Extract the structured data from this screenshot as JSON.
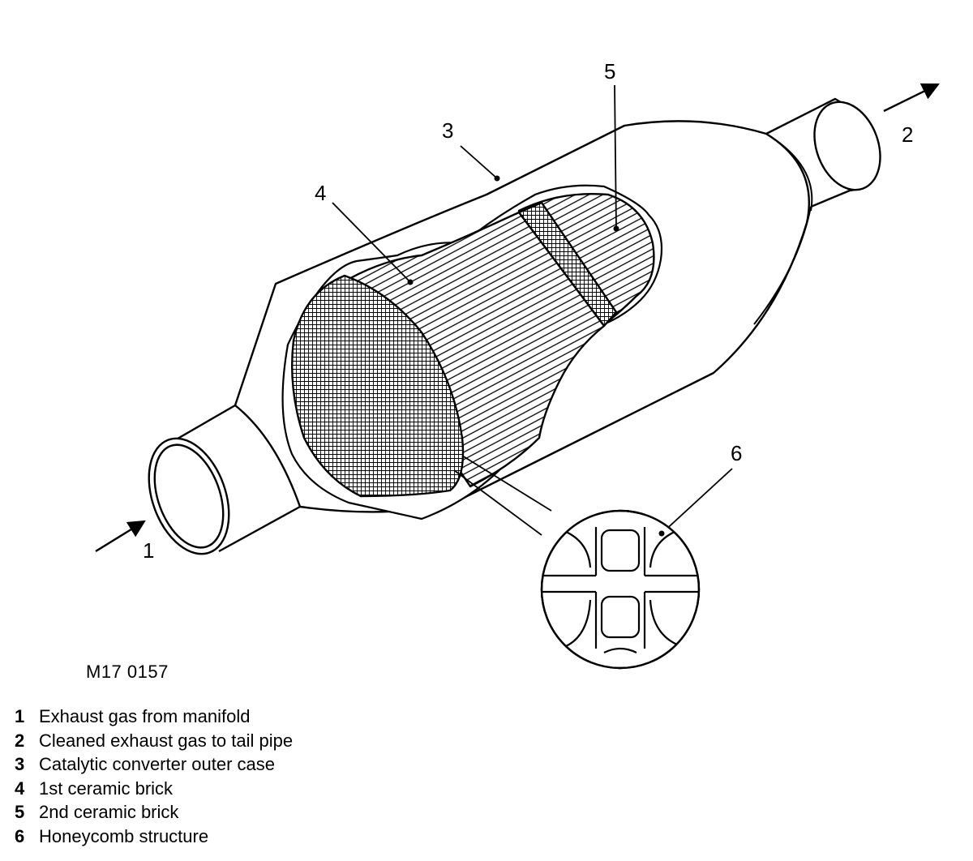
{
  "figure_ref": "M17 0157",
  "callouts": [
    "1",
    "2",
    "3",
    "4",
    "5",
    "6"
  ],
  "legend": [
    {
      "num": "1",
      "text": "Exhaust gas from manifold"
    },
    {
      "num": "2",
      "text": "Cleaned exhaust gas to tail pipe"
    },
    {
      "num": "3",
      "text": "Catalytic converter outer case"
    },
    {
      "num": "4",
      "text": "1st ceramic brick"
    },
    {
      "num": "5",
      "text": "2nd ceramic brick"
    },
    {
      "num": "6",
      "text": "Honeycomb structure"
    }
  ]
}
